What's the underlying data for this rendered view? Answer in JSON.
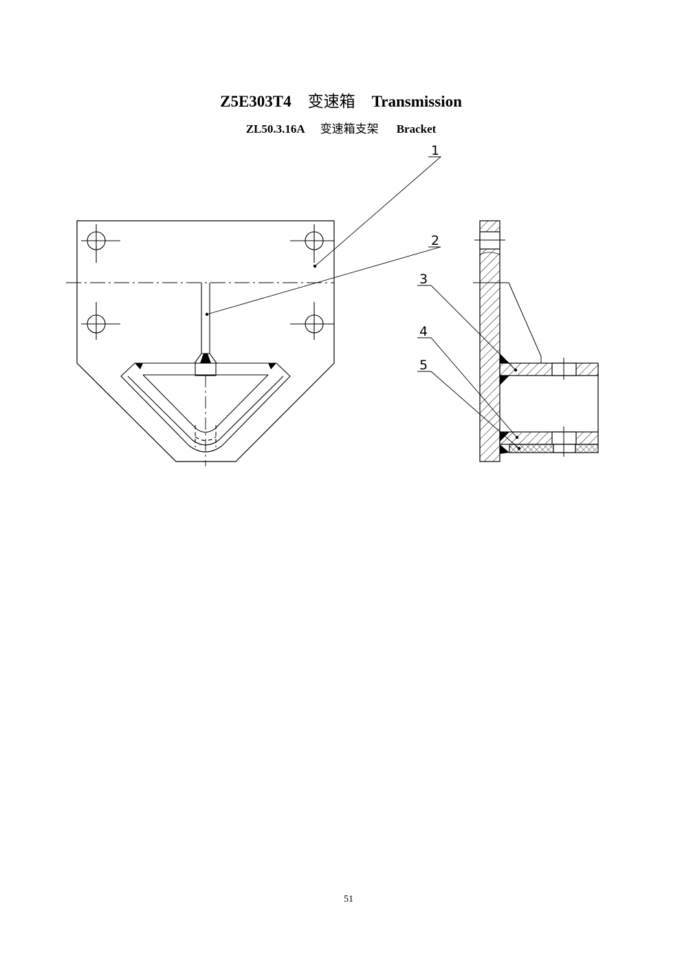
{
  "header": {
    "code": "Z5E303T4",
    "name_cn": "变速箱",
    "name_en": "Transmission"
  },
  "subheader": {
    "code": "ZL50.3.16A",
    "name_cn": "变速箱支架",
    "name_en": "Bracket"
  },
  "callouts": [
    "1",
    "2",
    "3",
    "4",
    "5"
  ],
  "page_number": "51"
}
